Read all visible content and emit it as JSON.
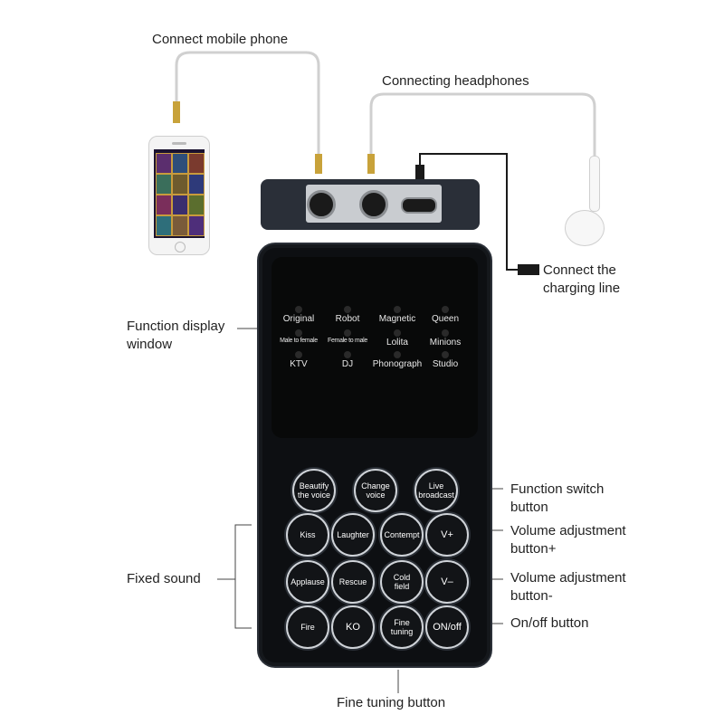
{
  "callouts": {
    "connect_mobile_phone": "Connect mobile phone",
    "connecting_headphones": "Connecting headphones",
    "connect_charging_line": [
      "Connect the",
      "charging line"
    ],
    "function_display_window": [
      "Function display",
      "window"
    ],
    "fixed_sound": "Fixed sound",
    "function_switch_button": [
      "Function switch",
      "button"
    ],
    "volume_up": [
      "Volume adjustment",
      "button+"
    ],
    "volume_down": [
      "Volume adjustment",
      "button-"
    ],
    "on_off_button": "On/off button",
    "fine_tuning_button": "Fine tuning button"
  },
  "display_effects": {
    "row1": [
      "Original",
      "Robot",
      "Magnetic",
      "Queen"
    ],
    "row2": [
      "Male to female",
      "Female to male",
      "Lolita",
      "Minions"
    ],
    "row3": [
      "KTV",
      "DJ",
      "Phonograph",
      "Studio"
    ]
  },
  "function_buttons": [
    [
      "Beautify",
      "the voice"
    ],
    [
      "Change",
      "voice"
    ],
    [
      "Live",
      "broadcast"
    ]
  ],
  "sound_buttons": {
    "row1": [
      "Kiss",
      "Laughter",
      "Contempt",
      "V+"
    ],
    "row2": [
      "Applause",
      "Rescue",
      "Cold field",
      "V–"
    ],
    "row3": [
      "Fire",
      "KO",
      "Fine tuning",
      "ON/off"
    ]
  },
  "colors": {
    "device_body": "#0d0f12",
    "button_ring": "#cfd3d8",
    "wire": "#d0d0d0"
  }
}
